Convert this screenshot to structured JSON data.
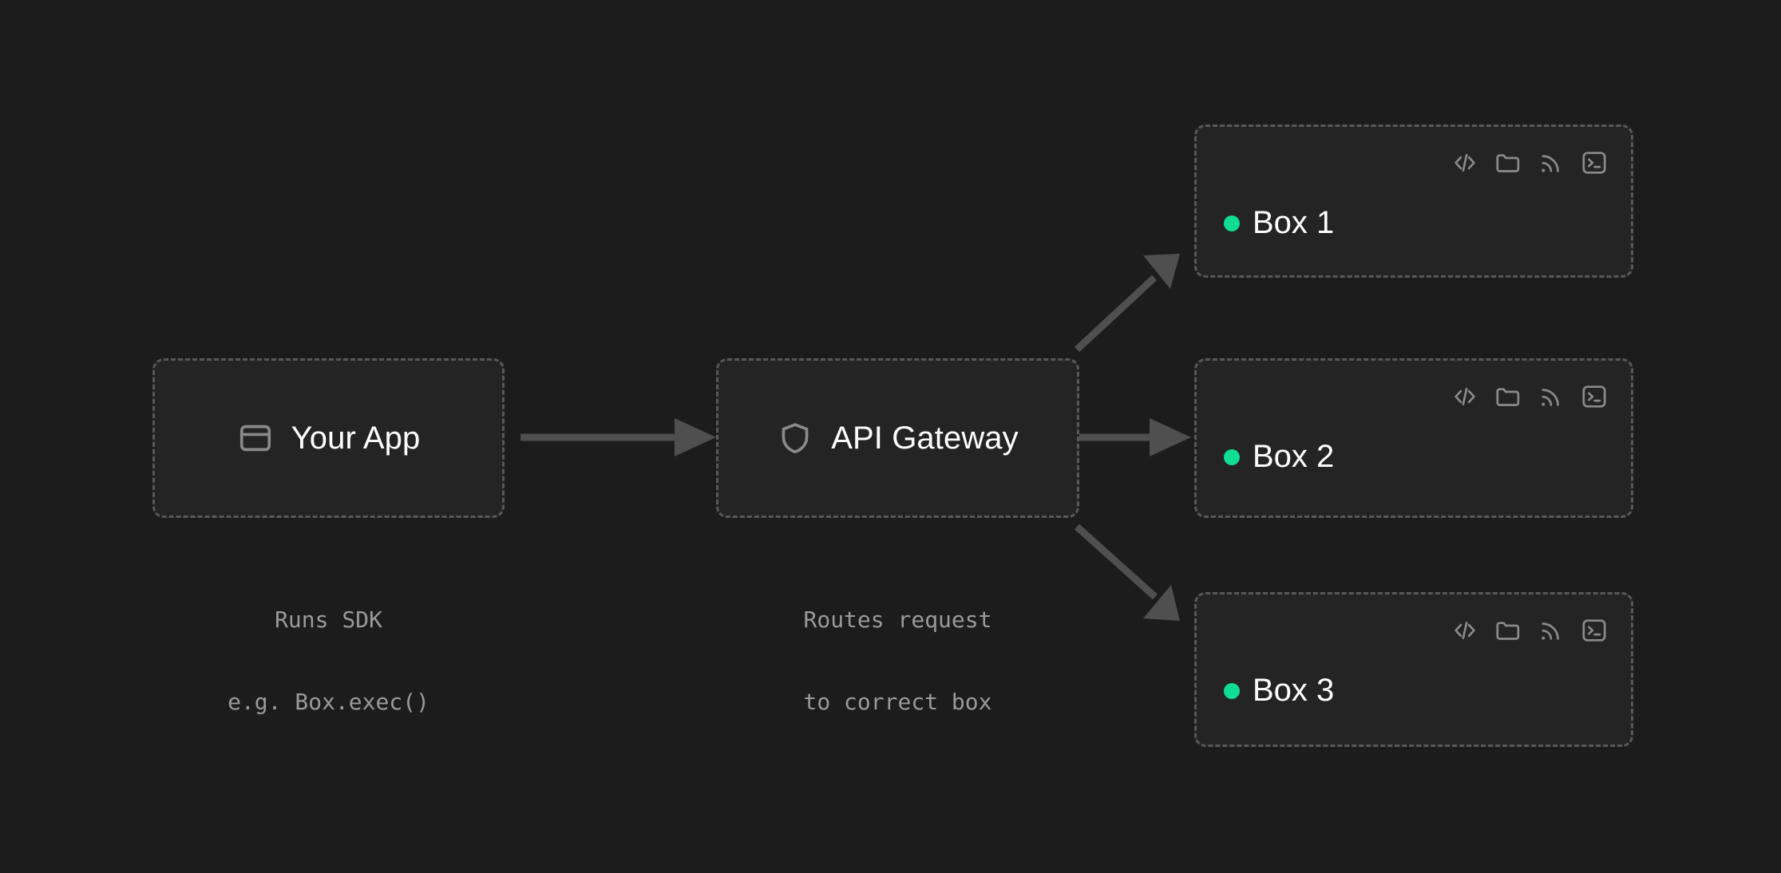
{
  "theme": {
    "page_background": "#1c1c1c",
    "node_background": "#242424",
    "node_border": "#585858",
    "arrow_color": "#4f4f4f",
    "label_color": "#ffffff",
    "caption_color": "#9a9a9a",
    "icon_color": "#8a8a8a",
    "status_dot_color": "#10dd91"
  },
  "diagram": {
    "type": "architecture-flow",
    "nodes": [
      {
        "id": "your-app",
        "label": "Your App",
        "icon": "window-panel-icon",
        "caption": "Runs SDK\ne.g. Box.exec()",
        "caption_line1": "Runs SDK",
        "caption_line2": "e.g. Box.exec()"
      },
      {
        "id": "api-gateway",
        "label": "API Gateway",
        "icon": "shield-icon",
        "caption": "Routes request\nto correct box",
        "caption_line1": "Routes request",
        "caption_line2": "to correct box"
      }
    ],
    "boxes": [
      {
        "id": "box-1",
        "title": "Box 1",
        "status": "online"
      },
      {
        "id": "box-2",
        "title": "Box 2",
        "status": "online"
      },
      {
        "id": "box-3",
        "title": "Box 3",
        "status": "online"
      }
    ],
    "box_icons": [
      {
        "name": "code-icon",
        "glyph": "</>"
      },
      {
        "name": "folder-icon",
        "glyph": "folder"
      },
      {
        "name": "rss-icon",
        "glyph": "signal"
      },
      {
        "name": "terminal-icon",
        "glyph": ">_"
      }
    ],
    "edges": [
      {
        "from": "your-app",
        "to": "api-gateway",
        "style": "solid-arrow",
        "direction": "right"
      },
      {
        "from": "api-gateway",
        "to": "box-1",
        "style": "solid-arrow",
        "direction": "up-right"
      },
      {
        "from": "api-gateway",
        "to": "box-2",
        "style": "solid-arrow",
        "direction": "right"
      },
      {
        "from": "api-gateway",
        "to": "box-3",
        "style": "solid-arrow",
        "direction": "down-right"
      }
    ]
  }
}
